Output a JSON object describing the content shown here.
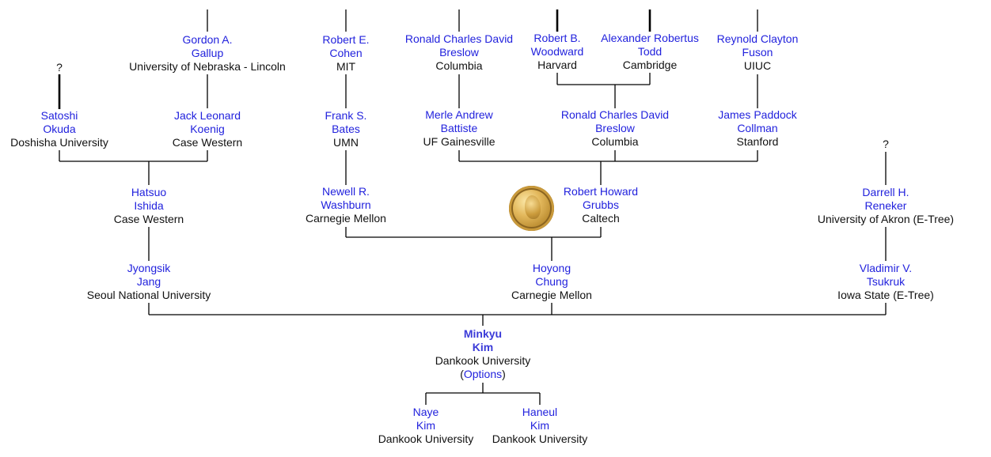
{
  "people": {
    "gallup": {
      "first": "Gordon A.",
      "last": "Gallup",
      "school": "University of Nebraska - Lincoln"
    },
    "cohen": {
      "first": "Robert E.",
      "last": "Cohen",
      "school": "MIT"
    },
    "breslow_top": {
      "first": "Ronald Charles David",
      "last": "Breslow",
      "school": "Columbia"
    },
    "woodward": {
      "first": "Robert B.",
      "last": "Woodward",
      "school": "Harvard"
    },
    "todd": {
      "first": "Alexander Robertus",
      "last": "Todd",
      "school": "Cambridge"
    },
    "fuson": {
      "first": "Reynold Clayton",
      "last": "Fuson",
      "school": "UIUC"
    },
    "okuda": {
      "first": "Satoshi",
      "last": "Okuda",
      "school": "Doshisha University"
    },
    "koenig": {
      "first": "Jack Leonard",
      "last": "Koenig",
      "school": "Case Western"
    },
    "bates": {
      "first": "Frank S.",
      "last": "Bates",
      "school": "UMN"
    },
    "battiste": {
      "first": "Merle Andrew",
      "last": "Battiste",
      "school": "UF Gainesville"
    },
    "breslow_mid": {
      "first": "Ronald Charles David",
      "last": "Breslow",
      "school": "Columbia"
    },
    "collman": {
      "first": "James Paddock",
      "last": "Collman",
      "school": "Stanford"
    },
    "ishida": {
      "first": "Hatsuo",
      "last": "Ishida",
      "school": "Case Western"
    },
    "washburn": {
      "first": "Newell R.",
      "last": "Washburn",
      "school": "Carnegie Mellon"
    },
    "grubbs": {
      "first": "Robert Howard",
      "last": "Grubbs",
      "school": "Caltech"
    },
    "reneker": {
      "first": "Darrell H.",
      "last": "Reneker",
      "school": "University of Akron (E-Tree)"
    },
    "jang": {
      "first": "Jyongsik",
      "last": "Jang",
      "school": "Seoul National University"
    },
    "chung": {
      "first": "Hoyong",
      "last": "Chung",
      "school": "Carnegie Mellon"
    },
    "tsukruk": {
      "first": "Vladimir V.",
      "last": "Tsukruk",
      "school": "Iowa State (E-Tree)"
    },
    "kim": {
      "first": "Minkyu",
      "last": "Kim",
      "school": "Dankook University"
    },
    "naye": {
      "first": "Naye",
      "last": "Kim",
      "school": "Dankook University"
    },
    "haneul": {
      "first": "Haneul",
      "last": "Kim",
      "school": "Dankook University"
    }
  },
  "unknown_mark": "?",
  "options": {
    "open": "(",
    "label": "Options",
    "close": ")"
  },
  "medal_icon": "nobel-medal-icon"
}
